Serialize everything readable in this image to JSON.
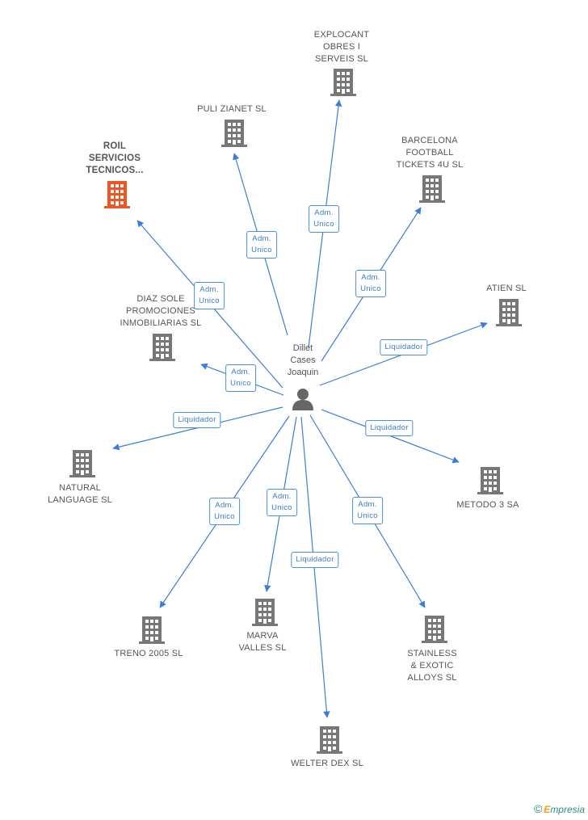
{
  "center": {
    "label": "Dillet\nCases\nJoaquin"
  },
  "colors": {
    "edge": "#3b7dd8",
    "building": "#777777",
    "highlight": "#ee5522"
  },
  "nodes": [
    {
      "id": "explocant",
      "label": "EXPLOCANT\nOBRES I\nSERVEIS SL",
      "role": "Adm.\nUnico",
      "highlight": false
    },
    {
      "id": "puli",
      "label": "PULI ZIANET SL",
      "role": "Adm.\nUnico",
      "highlight": false
    },
    {
      "id": "barcelona",
      "label": "BARCELONA\nFOOTBALL\nTICKETS 4U SL",
      "role": "Adm.\nUnico",
      "highlight": false
    },
    {
      "id": "roil",
      "label": "ROIL\nSERVICIOS\nTECNICOS...",
      "role": "Adm.\nUnico",
      "highlight": true
    },
    {
      "id": "atien",
      "label": "ATIEN SL",
      "role": "Liquidador",
      "highlight": false
    },
    {
      "id": "diaz",
      "label": "DIAZ SOLE\nPROMOCIONES\nINMOBILIARIAS SL",
      "role": "Adm.\nUnico",
      "highlight": false
    },
    {
      "id": "natural",
      "label": "NATURAL\nLANGUAGE SL",
      "role": "Liquidador",
      "highlight": false
    },
    {
      "id": "metodo",
      "label": "METODO 3 SA",
      "role": "Liquidador",
      "highlight": false
    },
    {
      "id": "treno",
      "label": "TRENO 2005 SL",
      "role": "Adm.\nUnico",
      "highlight": false
    },
    {
      "id": "marva",
      "label": "MARVA\nVALLES SL",
      "role": "Adm.\nUnico",
      "highlight": false
    },
    {
      "id": "stainless",
      "label": "STAINLESS\n& EXOTIC\nALLOYS SL",
      "role": "Adm.\nUnico",
      "highlight": false
    },
    {
      "id": "welter",
      "label": "WELTER DEX SL",
      "role": "Liquidador",
      "highlight": false
    }
  ],
  "footer": {
    "copyright": "©",
    "brand_e": "E",
    "brand_rest": "mpresia"
  }
}
